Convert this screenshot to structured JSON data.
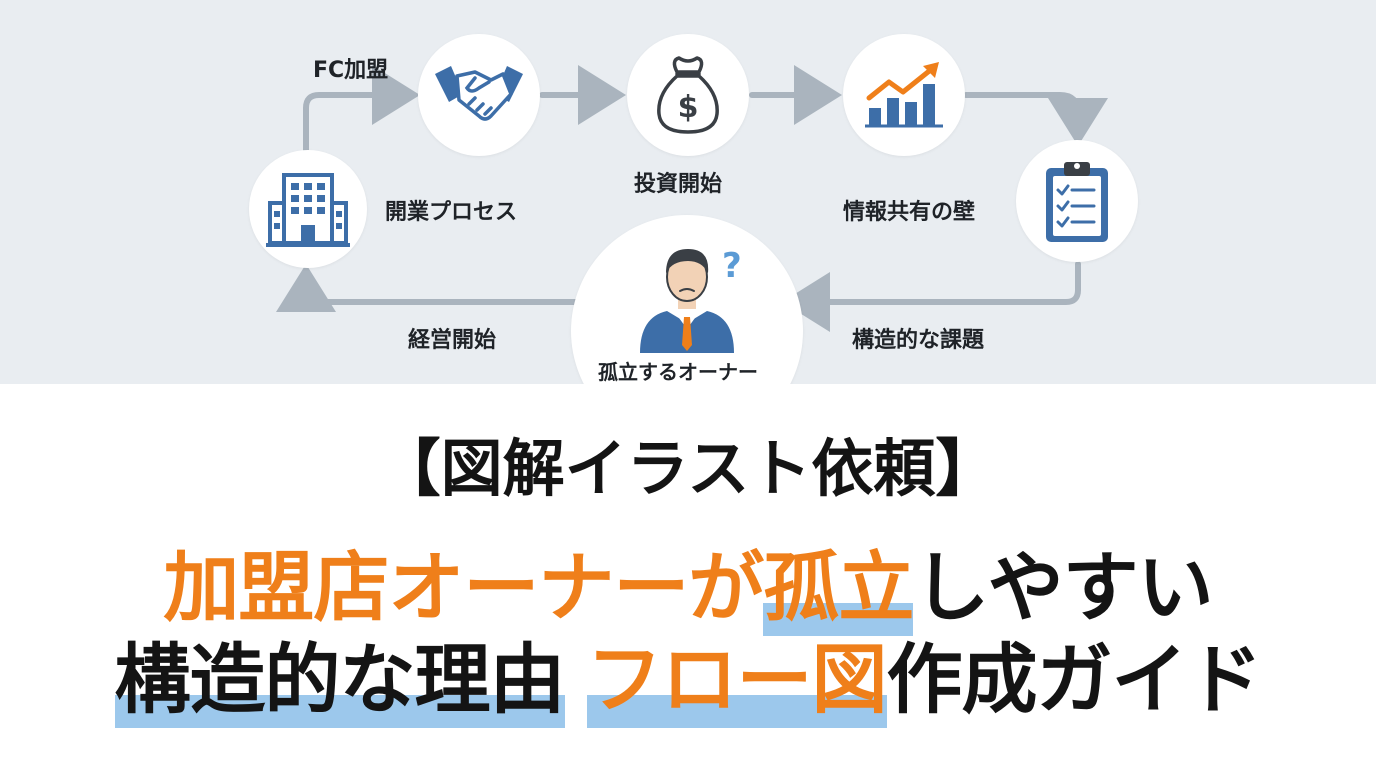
{
  "diagram": {
    "steps": {
      "fc_join": "FC加盟",
      "investment": "投資開始",
      "info_wall": "情報共有の壁",
      "structural_issue": "構造的な課題",
      "isolated_owner": "孤立するオーナー",
      "start_business": "経営開始",
      "opening_process": "開業プロセス"
    },
    "icons": {
      "handshake": "handshake-icon",
      "money_bag": "money-bag-icon",
      "growth_chart": "growth-chart-icon",
      "clipboard": "clipboard-checklist-icon",
      "owner": "confused-businessman-icon",
      "building": "office-building-icon"
    },
    "colors": {
      "panel_bg": "#e9edf1",
      "arrow": "#aab4be",
      "icon_blue": "#3d6ea8",
      "icon_orange": "#ef7f1a"
    }
  },
  "headline": {
    "line1": "【図解イラスト依頼】",
    "line2": [
      {
        "text": "加盟店オーナーが",
        "color": "orange"
      },
      {
        "text": "孤立",
        "color": "orange",
        "highlight": true
      },
      {
        "text": "しやすい",
        "color": "dark"
      }
    ],
    "line3": [
      {
        "text": "構造的な理由",
        "color": "dark",
        "highlight": true
      },
      {
        "text": " ",
        "color": "dark"
      },
      {
        "text": "フロー図",
        "color": "orange",
        "highlight": true
      },
      {
        "text": "作成ガイド",
        "color": "dark"
      }
    ],
    "colors": {
      "orange": "#ef7f1a",
      "dark": "#141414",
      "underline": "#9cc8ec"
    }
  }
}
